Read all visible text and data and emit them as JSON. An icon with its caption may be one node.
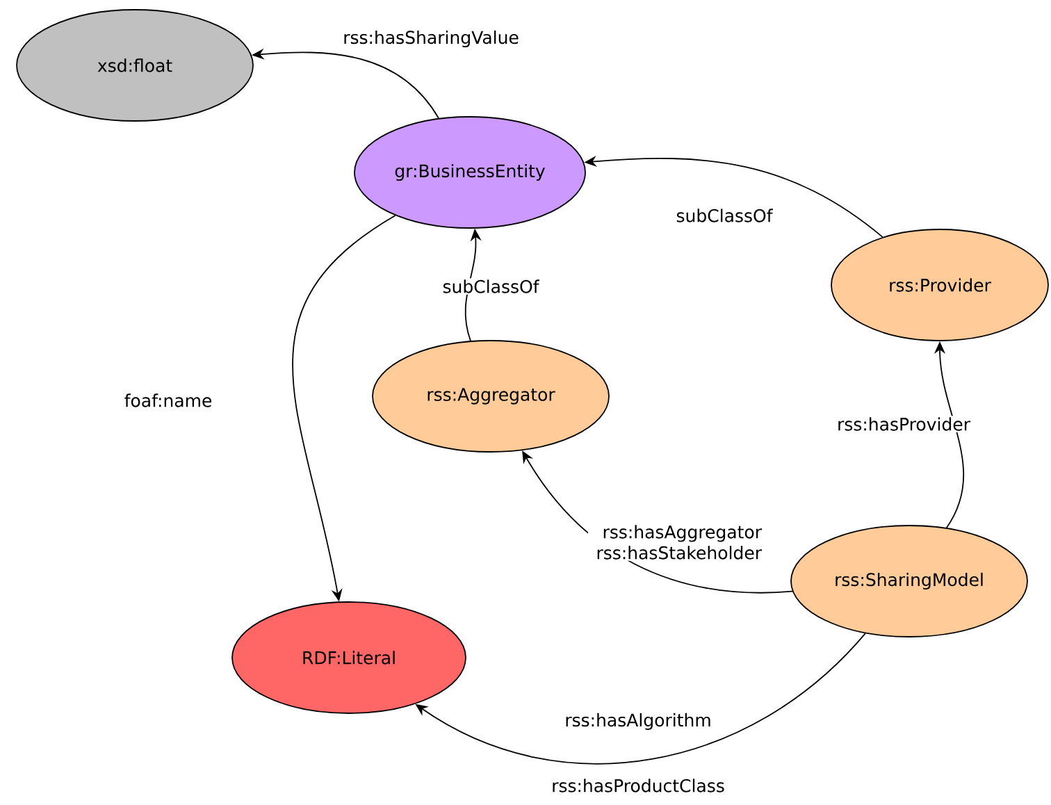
{
  "diagram": {
    "nodes": [
      {
        "text": [
          "xsd:float"
        ]
      },
      {
        "text": [
          "gr:BusinessEntity"
        ]
      },
      {
        "text": [
          "rss:Provider"
        ]
      },
      {
        "text": [
          "rss:Aggregator"
        ]
      },
      {
        "text": [
          "rss:SharingModel"
        ]
      },
      {
        "text": [
          "RDF:Literal"
        ]
      }
    ],
    "edges": [
      {
        "from": 1,
        "to": 0,
        "arrow": "to",
        "label": "rss:hasSharingValue"
      },
      {
        "from": 2,
        "to": 1,
        "arrow": "to",
        "label": "subClassOf"
      },
      {
        "from": 3,
        "to": 1,
        "arrow": "to",
        "label": "subClassOf"
      },
      {
        "from": 1,
        "to": 5,
        "arrow": "to",
        "label": "foaf:name"
      },
      {
        "from": 4,
        "to": 2,
        "arrow": "to",
        "label": "rss:hasProvider"
      },
      {
        "from": 4,
        "to": 3,
        "arrow": "to",
        "label": "rss:hasAggregator rss:hasStakeholder"
      },
      {
        "from": 4,
        "to": 5,
        "arrow": "to",
        "label": "rss:hasAlgorithm"
      }
    ],
    "labels": [
      "rss:hasProductClass"
    ]
  }
}
